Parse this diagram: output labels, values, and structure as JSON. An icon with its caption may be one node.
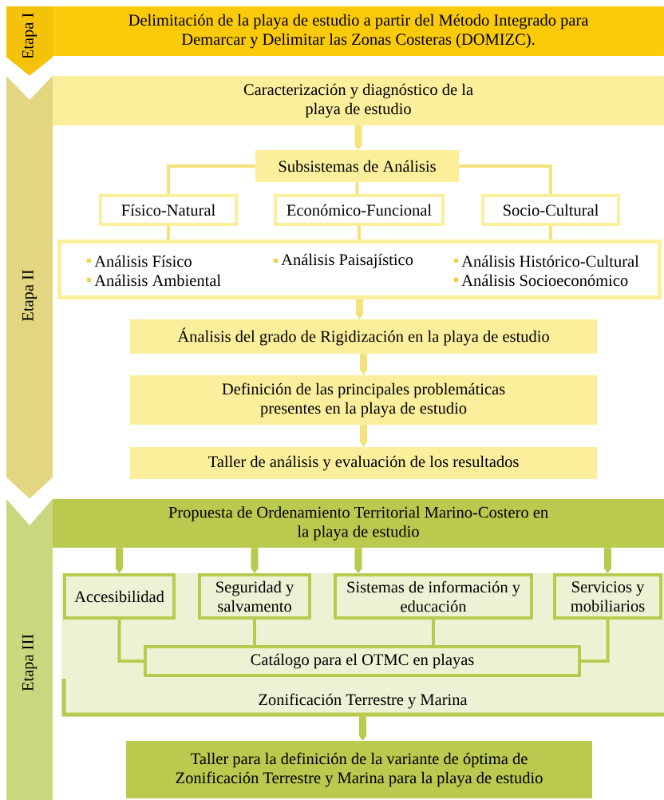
{
  "diagram": {
    "nodes": [
      {
        "text": [
          "Etapa I"
        ]
      },
      {
        "text": [
          "Delimitación de la playa de estudio a partir del Método Integrado para Demarcar y Delimitar las Zonas Costeras (DOMIZC)."
        ]
      },
      {
        "text": [
          "Etapa II"
        ]
      },
      {
        "text": [
          "Caracterización y diagnóstico de la playa de estudio"
        ]
      },
      {
        "text": [
          "Subsistemas de Análisis"
        ]
      },
      {
        "text": [
          "Físico-Natural"
        ]
      },
      {
        "text": [
          "Económico-Funcional"
        ]
      },
      {
        "text": [
          "Socio-Cultural"
        ]
      },
      {
        "text": [
          "Análisis Físico",
          "Análisis Paisajístico",
          "Análisis Histórico-Cultural",
          "Análisis Ambiental",
          "Análisis Socioeconómico"
        ]
      },
      {
        "text": [
          "Ánalisis del grado de Rigidización en la playa de estudio"
        ]
      },
      {
        "text": [
          "Definición de las principales problemáticas presentes en la playa de estudio"
        ]
      },
      {
        "text": [
          "Taller de análisis y evaluación de los resultados"
        ]
      },
      {
        "text": [
          "Etapa III"
        ]
      },
      {
        "text": [
          "Propuesta de Ordenamiento Territorial Marino-Costero en la playa de estudio"
        ]
      },
      {
        "text": [
          "Zonificación Terrestre y Marina"
        ]
      },
      {
        "text": [
          "Accesibilidad"
        ],
        "in": 14
      },
      {
        "text": [
          "Seguridad y salvamento"
        ],
        "in": 14
      },
      {
        "text": [
          "Sistemas de información y educación"
        ],
        "in": 14
      },
      {
        "text": [
          "Servicios y mobiliarios"
        ],
        "in": 14
      },
      {
        "text": [
          "Catálogo para el OTMC en playas"
        ],
        "in": 14
      },
      {
        "text": [
          "Taller para la definición de la variante de óptima de Zonificación Terrestre y Marina para la playa de estudio"
        ]
      }
    ],
    "edges": [
      {
        "from": 3,
        "to": 4,
        "arrow": "to",
        "style": "thick"
      },
      {
        "from": 4,
        "to": 5,
        "arrow": "none"
      },
      {
        "from": 4,
        "to": 6,
        "arrow": "none"
      },
      {
        "from": 4,
        "to": 7,
        "arrow": "none"
      },
      {
        "from": 5,
        "to": 8,
        "arrow": "none"
      },
      {
        "from": 6,
        "to": 8,
        "arrow": "none"
      },
      {
        "from": 7,
        "to": 8,
        "arrow": "none"
      },
      {
        "from": 8,
        "to": 9,
        "arrow": "to",
        "style": "thick"
      },
      {
        "from": 9,
        "to": 10,
        "arrow": "to",
        "style": "thick"
      },
      {
        "from": 10,
        "to": 11,
        "arrow": "to",
        "style": "thick"
      },
      {
        "from": 13,
        "to": 15,
        "arrow": "to",
        "style": "thick",
        "color": "#b9ca4e"
      },
      {
        "from": 13,
        "to": 16,
        "arrow": "to",
        "style": "thick",
        "color": "#b9ca4e"
      },
      {
        "from": 13,
        "to": 17,
        "arrow": "to",
        "style": "thick",
        "color": "#b9ca4e"
      },
      {
        "from": 13,
        "to": 18,
        "arrow": "to",
        "style": "thick",
        "color": "#b9ca4e"
      },
      {
        "from": 15,
        "to": 19,
        "arrow": "none",
        "color": "#b9ca4e"
      },
      {
        "from": 16,
        "to": 19,
        "arrow": "none",
        "color": "#b9ca4e"
      },
      {
        "from": 17,
        "to": 19,
        "arrow": "none",
        "color": "#b9ca4e"
      },
      {
        "from": 18,
        "to": 19,
        "arrow": "none",
        "color": "#b9ca4e"
      },
      {
        "from": 14,
        "to": 20,
        "arrow": "to",
        "style": "thick",
        "color": "#b9ca4e"
      },
      {
        "from": 0,
        "to": 2,
        "arrow": "to",
        "color": "#f5c20a"
      },
      {
        "from": 2,
        "to": 12,
        "arrow": "to",
        "color": "#e2d680"
      }
    ]
  }
}
